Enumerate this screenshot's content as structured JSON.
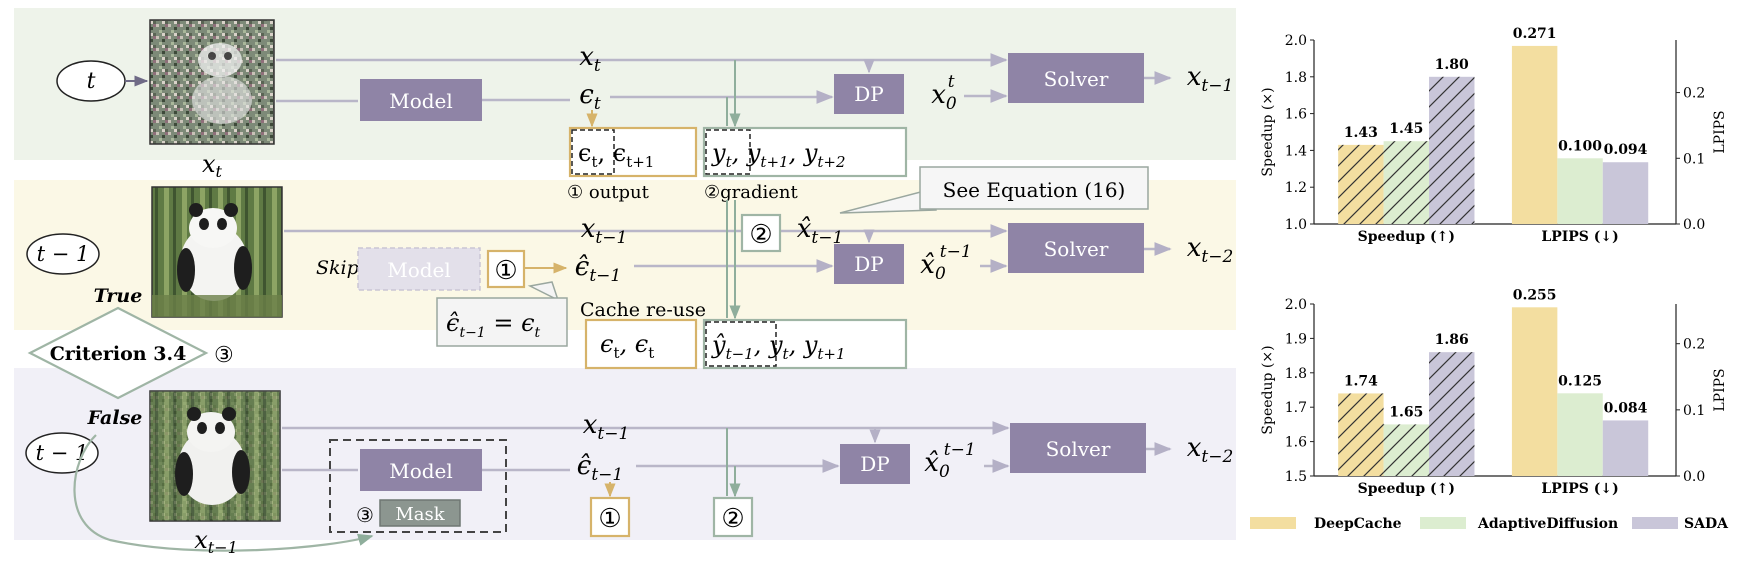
{
  "diagram": {
    "row1": {
      "time_label": "t",
      "image_caption": "x_t",
      "model_label": "Model",
      "x_var": "x_t",
      "eps_var": "ϵ_t",
      "dp_label": "DP",
      "x0_var": "x_0^t",
      "solver_label": "Solver",
      "out_var": "x_{t−1}",
      "buffer_eps": [
        "ϵ_t",
        "ϵ_{t+1}"
      ],
      "buffer_y": [
        "y_t",
        "y_{t+1}",
        "y_{t+2}"
      ],
      "annot_output": "① output",
      "annot_gradient": "②gradient"
    },
    "row2": {
      "time_label": "t − 1",
      "true_label": "True",
      "skip_label": "Skip",
      "model_label": "Model",
      "badge1": "①",
      "badge2": "②",
      "x_var": "x_{t−1}",
      "xhat_var": "x̂_{t−1}",
      "eps_hat_var": "ϵ̂_{t−1}",
      "callout": "See Equation (16)",
      "equation": "ϵ̂_{t−1} = ϵ_t",
      "dp_label": "DP",
      "x0_var": "x̂_0^{t−1}",
      "solver_label": "Solver",
      "out_var": "x_{t−2}",
      "cache_label": "Cache re-use",
      "buffer_eps": [
        "ϵ_t",
        "ϵ_t"
      ],
      "buffer_y": [
        "ŷ_{t−1}",
        "y_t",
        "y_{t+1}"
      ]
    },
    "criterion": {
      "label": "Criterion 3.4",
      "num": "③"
    },
    "row3": {
      "time_label": "t − 1",
      "false_label": "False",
      "image_caption": "x_{t−1}",
      "model_label": "Model",
      "mask_label": "Mask",
      "mask_num": "③",
      "x_var": "x_{t−1}",
      "eps_hat_var": "ϵ̂_{t−1}",
      "dp_label": "DP",
      "x0_var": "x̂_0^{t−1}",
      "solver_label": "Solver",
      "out_var": "x_{t−2}",
      "badge1": "①",
      "badge2": "②"
    },
    "colors": {
      "row1_bg": "#eef3ea",
      "row2_bg": "#fbf8e6",
      "row3_bg": "#f1f0f7",
      "box": "#8f84a6",
      "gold": "#d6b36a",
      "sage": "#9fb5a5",
      "line": "#b9b6c8"
    }
  },
  "chart_data": [
    {
      "type": "bar",
      "categories": [
        "Speedup (↑)",
        "LPIPS (↓)"
      ],
      "series": [
        {
          "name": "DeepCache",
          "values": [
            1.43,
            0.271
          ]
        },
        {
          "name": "AdaptiveDiffusion",
          "values": [
            1.45,
            0.1
          ]
        },
        {
          "name": "SADA",
          "values": [
            1.8,
            0.094
          ]
        }
      ],
      "ylabel": "Speedup (×)",
      "y2label": "LPIPS",
      "ylim": [
        1.0,
        2.0
      ],
      "y2lim": [
        0.0,
        0.28
      ],
      "yticks": [
        "1.0",
        "1.2",
        "1.4",
        "1.6",
        "1.8",
        "2.0"
      ],
      "y2ticks": [
        "0.0",
        "0.1",
        "0.2"
      ],
      "labels": [
        "1.43",
        "1.45",
        "1.80",
        "0.271",
        "0.100",
        "0.094"
      ]
    },
    {
      "type": "bar",
      "categories": [
        "Speedup (↑)",
        "LPIPS (↓)"
      ],
      "series": [
        {
          "name": "DeepCache",
          "values": [
            1.74,
            0.255
          ]
        },
        {
          "name": "AdaptiveDiffusion",
          "values": [
            1.65,
            0.125
          ]
        },
        {
          "name": "SADA",
          "values": [
            1.86,
            0.084
          ]
        }
      ],
      "ylabel": "Speedup (×)",
      "y2label": "LPIPS",
      "ylim": [
        1.5,
        2.0
      ],
      "y2lim": [
        0.0,
        0.26
      ],
      "yticks": [
        "1.5",
        "1.6",
        "1.7",
        "1.8",
        "1.9",
        "2.0"
      ],
      "y2ticks": [
        "0.0",
        "0.1",
        "0.2"
      ],
      "labels": [
        "1.74",
        "1.65",
        "1.86",
        "0.255",
        "0.125",
        "0.084"
      ]
    }
  ],
  "legend": [
    {
      "name": "DeepCache",
      "color": "#f3dea0"
    },
    {
      "name": "AdaptiveDiffusion",
      "color": "#dcedd0"
    },
    {
      "name": "SADA",
      "color": "#c9c6d9"
    }
  ]
}
